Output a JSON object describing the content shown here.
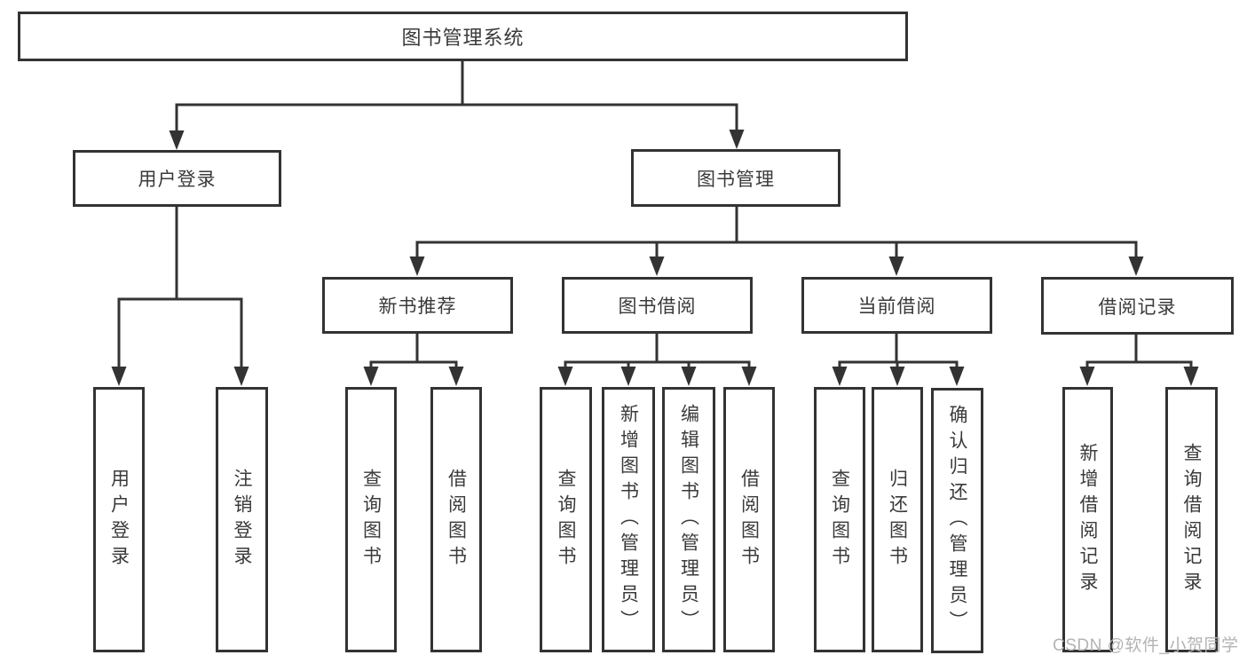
{
  "diagram_title": "图书管理系统",
  "nodes": {
    "root": "图书管理系统",
    "level2": [
      "用户登录",
      "图书管理"
    ],
    "level3": [
      "新书推荐",
      "图书借阅",
      "当前借阅",
      "借阅记录"
    ],
    "leaves_login": [
      "用户登录",
      "注销登录"
    ],
    "leaves_newbook": [
      "查询图书",
      "借阅图书"
    ],
    "leaves_borrow": [
      "查询图书",
      "新增图书（管理员）",
      "编辑图书（管理员）",
      "借阅图书"
    ],
    "leaves_current": [
      "查询图书",
      "归还图书",
      "确认归还（管理员）"
    ],
    "leaves_records": [
      "新增借阅记录",
      "查询借阅记录"
    ]
  },
  "watermark": "CSDN @软件_小贺同学",
  "colors": {
    "line": "#333333",
    "box_border": "#333333",
    "text": "#3a3a3a",
    "watermark": "#b3b3b3",
    "background": "#ffffff"
  }
}
